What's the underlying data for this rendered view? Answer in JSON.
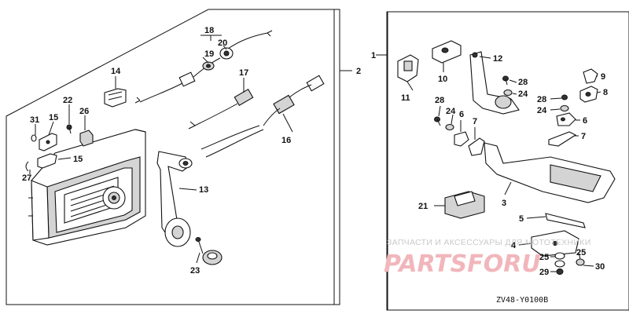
{
  "diagram_code": "ZV48-Y0100B",
  "watermark": {
    "caption": "ЗАПЧАСТИ И АКСЕССУАРЫ ДЛЯ МОТОТЕХНИКИ",
    "brand": "PARTSFORU"
  },
  "callouts": {
    "c1": "1",
    "c2": "2",
    "c3": "3",
    "c4": "4",
    "c5": "5",
    "c6a": "6",
    "c6b": "6",
    "c7a": "7",
    "c7b": "7",
    "c8": "8",
    "c9": "9",
    "c10": "10",
    "c11": "11",
    "c12": "12",
    "c13": "13",
    "c14": "14",
    "c15a": "15",
    "c15b": "15",
    "c16": "16",
    "c17": "17",
    "c18": "18",
    "c19": "19",
    "c20": "20",
    "c21": "21",
    "c22": "22",
    "c23": "23",
    "c24a": "24",
    "c24b": "24",
    "c24c": "24",
    "c25a": "25",
    "c25b": "25",
    "c26": "26",
    "c27": "27",
    "c28a": "28",
    "c28b": "28",
    "c28c": "28",
    "c29": "29",
    "c30": "30",
    "c31": "31"
  }
}
